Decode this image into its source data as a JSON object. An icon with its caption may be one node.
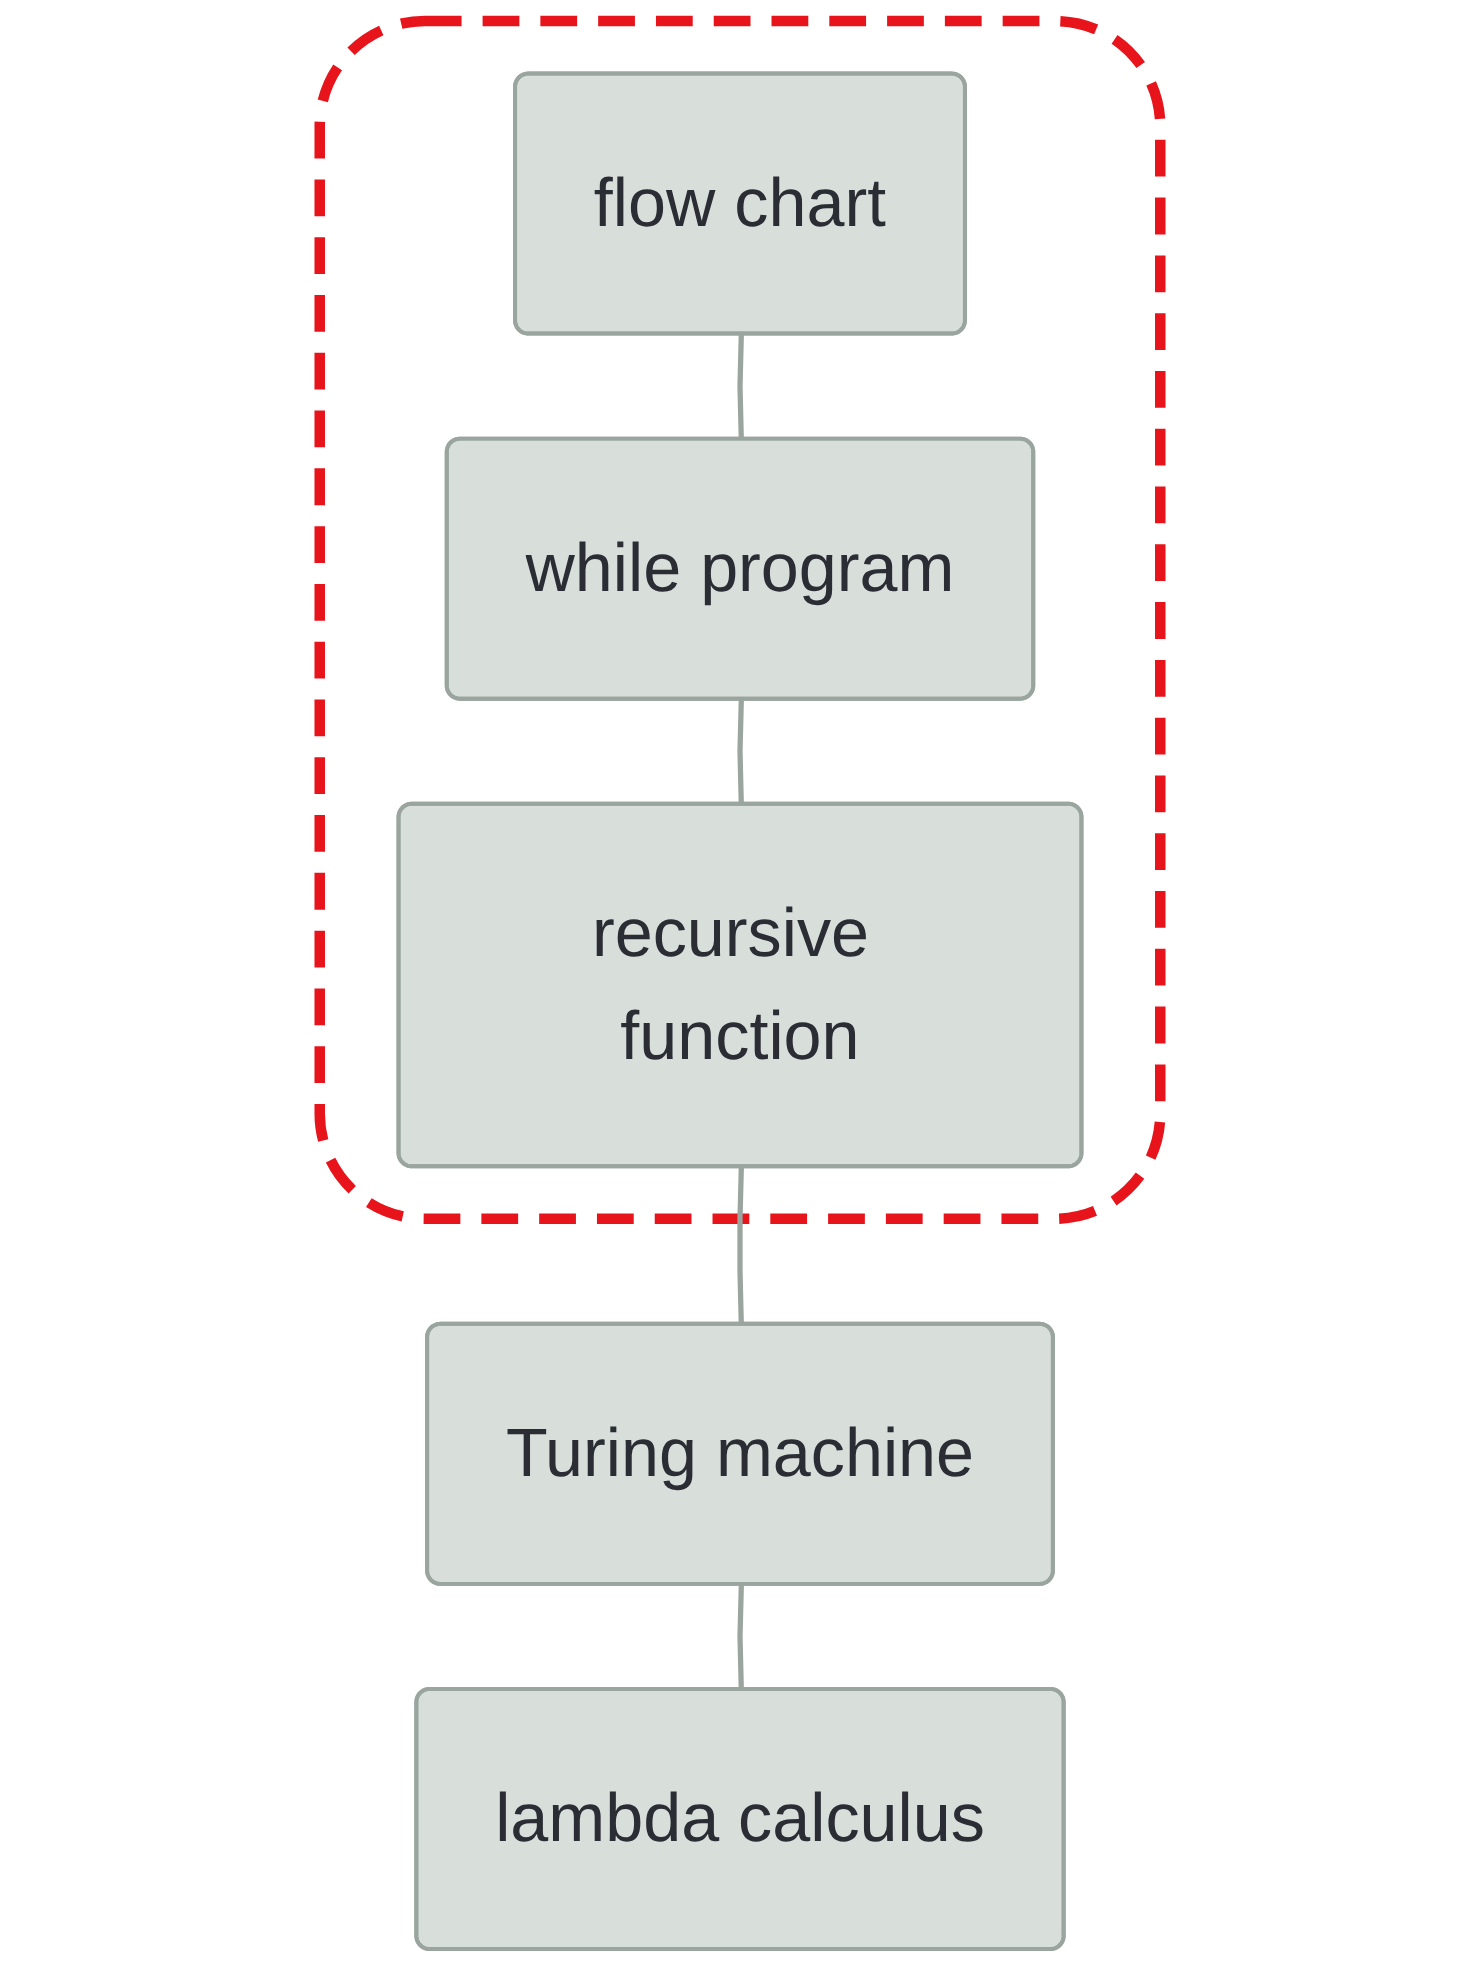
{
  "diagram": {
    "nodes": [
      {
        "text": [],
        "shape": "box"
      },
      {
        "text": [
          "flow chart"
        ],
        "in": 0
      },
      {
        "text": [
          "while program"
        ],
        "in": 0
      },
      {
        "text": [
          "recursive function"
        ],
        "in": 0
      },
      {
        "text": [
          "Turing machine"
        ]
      },
      {
        "text": [
          "lambda calculus"
        ]
      }
    ],
    "edges": [
      {
        "from": 1,
        "to": 2,
        "arrow": "none"
      },
      {
        "from": 2,
        "to": 3,
        "arrow": "none"
      },
      {
        "from": 3,
        "to": 4,
        "arrow": "none"
      },
      {
        "from": 4,
        "to": 5,
        "arrow": "none"
      }
    ]
  }
}
